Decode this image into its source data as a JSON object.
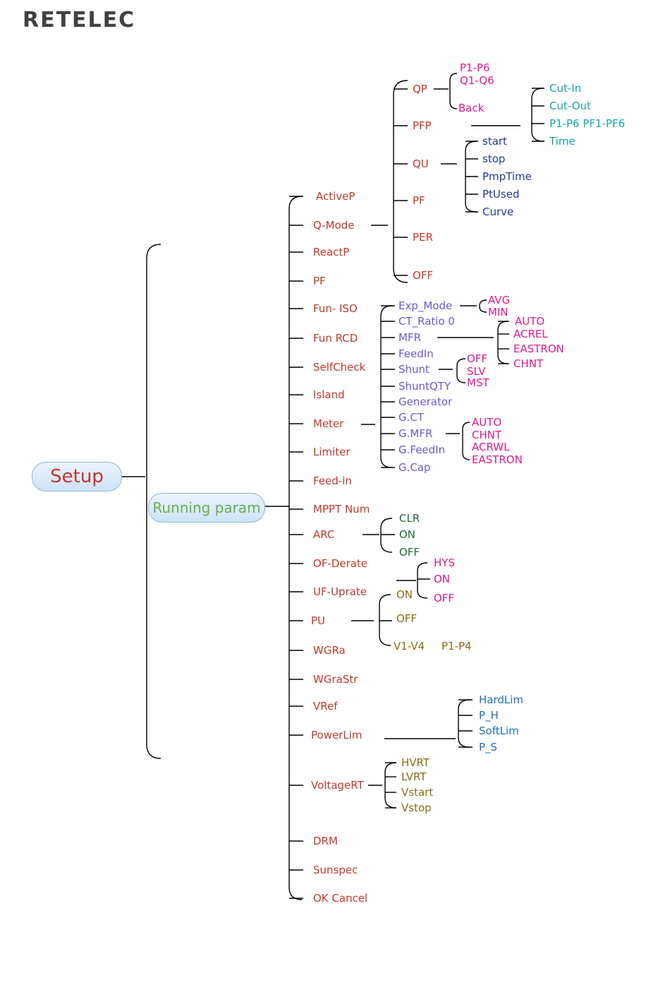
{
  "logo": {
    "text": "RETELEC"
  },
  "colors": {
    "red": "#c0392b",
    "magenta": "#d81b8c",
    "teal": "#18a3a3",
    "navy": "#1f3b8e",
    "purple": "#6a5acd",
    "olive": "#8b6a12",
    "green": "#1b6b3a",
    "blue": "#1f6fb8",
    "lime": "#6ab04c",
    "line": "#000000",
    "node_fill": "#d7e8f8"
  },
  "root": {
    "label": "Setup"
  },
  "running": {
    "label": "Running param"
  },
  "params": [
    "ActiveP",
    "Q-Mode",
    "ReactP",
    "PF",
    "Fun- ISO",
    "Fun RCD",
    "SelfCheck",
    "Island",
    "Meter",
    "Limiter",
    "Feed-in",
    "MPPT Num",
    "ARC",
    "OF-Derate",
    "UF-Uprate",
    "PU",
    "WGRa",
    "WGraStr",
    "VRef",
    "PowerLim",
    "VoltageRT",
    "DRM",
    "Sunspec",
    "OK Cancel"
  ],
  "qmode": {
    "options": [
      "QP",
      "PFP",
      "QU",
      "PF",
      "PER",
      "OFF"
    ],
    "qp": [
      "P1-P6",
      "Q1-Q6",
      "Back"
    ],
    "pfp": [
      "Cut-In",
      "Cut-Out",
      "P1-P6 PF1-PF6",
      "Time"
    ],
    "qu": [
      "start",
      "stop",
      "PmpTime",
      "PtUsed",
      "Curve"
    ]
  },
  "meter": {
    "options": [
      "Exp_Mode",
      "CT_Ratio 0",
      "MFR",
      "FeedIn",
      "Shunt",
      "ShuntQTY",
      "Generator",
      "G.CT",
      "G.MFR",
      "G.FeedIn",
      "G.Cap"
    ],
    "exp_mode": [
      "AVG",
      "MIN"
    ],
    "mfr": [
      "AUTO",
      "ACREL",
      "EASTRON",
      "CHNT"
    ],
    "shunt": [
      "OFF",
      "SLV",
      "MST"
    ],
    "gmfr": [
      "AUTO",
      "CHNT",
      "ACRWL",
      "EASTRON"
    ]
  },
  "arc": [
    "CLR",
    "ON",
    "OFF"
  ],
  "uf_uprate": [
    "HYS",
    "ON",
    "OFF"
  ],
  "pu": {
    "options": [
      "ON",
      "OFF",
      "V1-V4"
    ],
    "extra": "P1-P4"
  },
  "powerlim": [
    "HardLim",
    "P_H",
    "SoftLim",
    "P_S"
  ],
  "voltagert": [
    "HVRT",
    "LVRT",
    "Vstart",
    "Vstop"
  ]
}
